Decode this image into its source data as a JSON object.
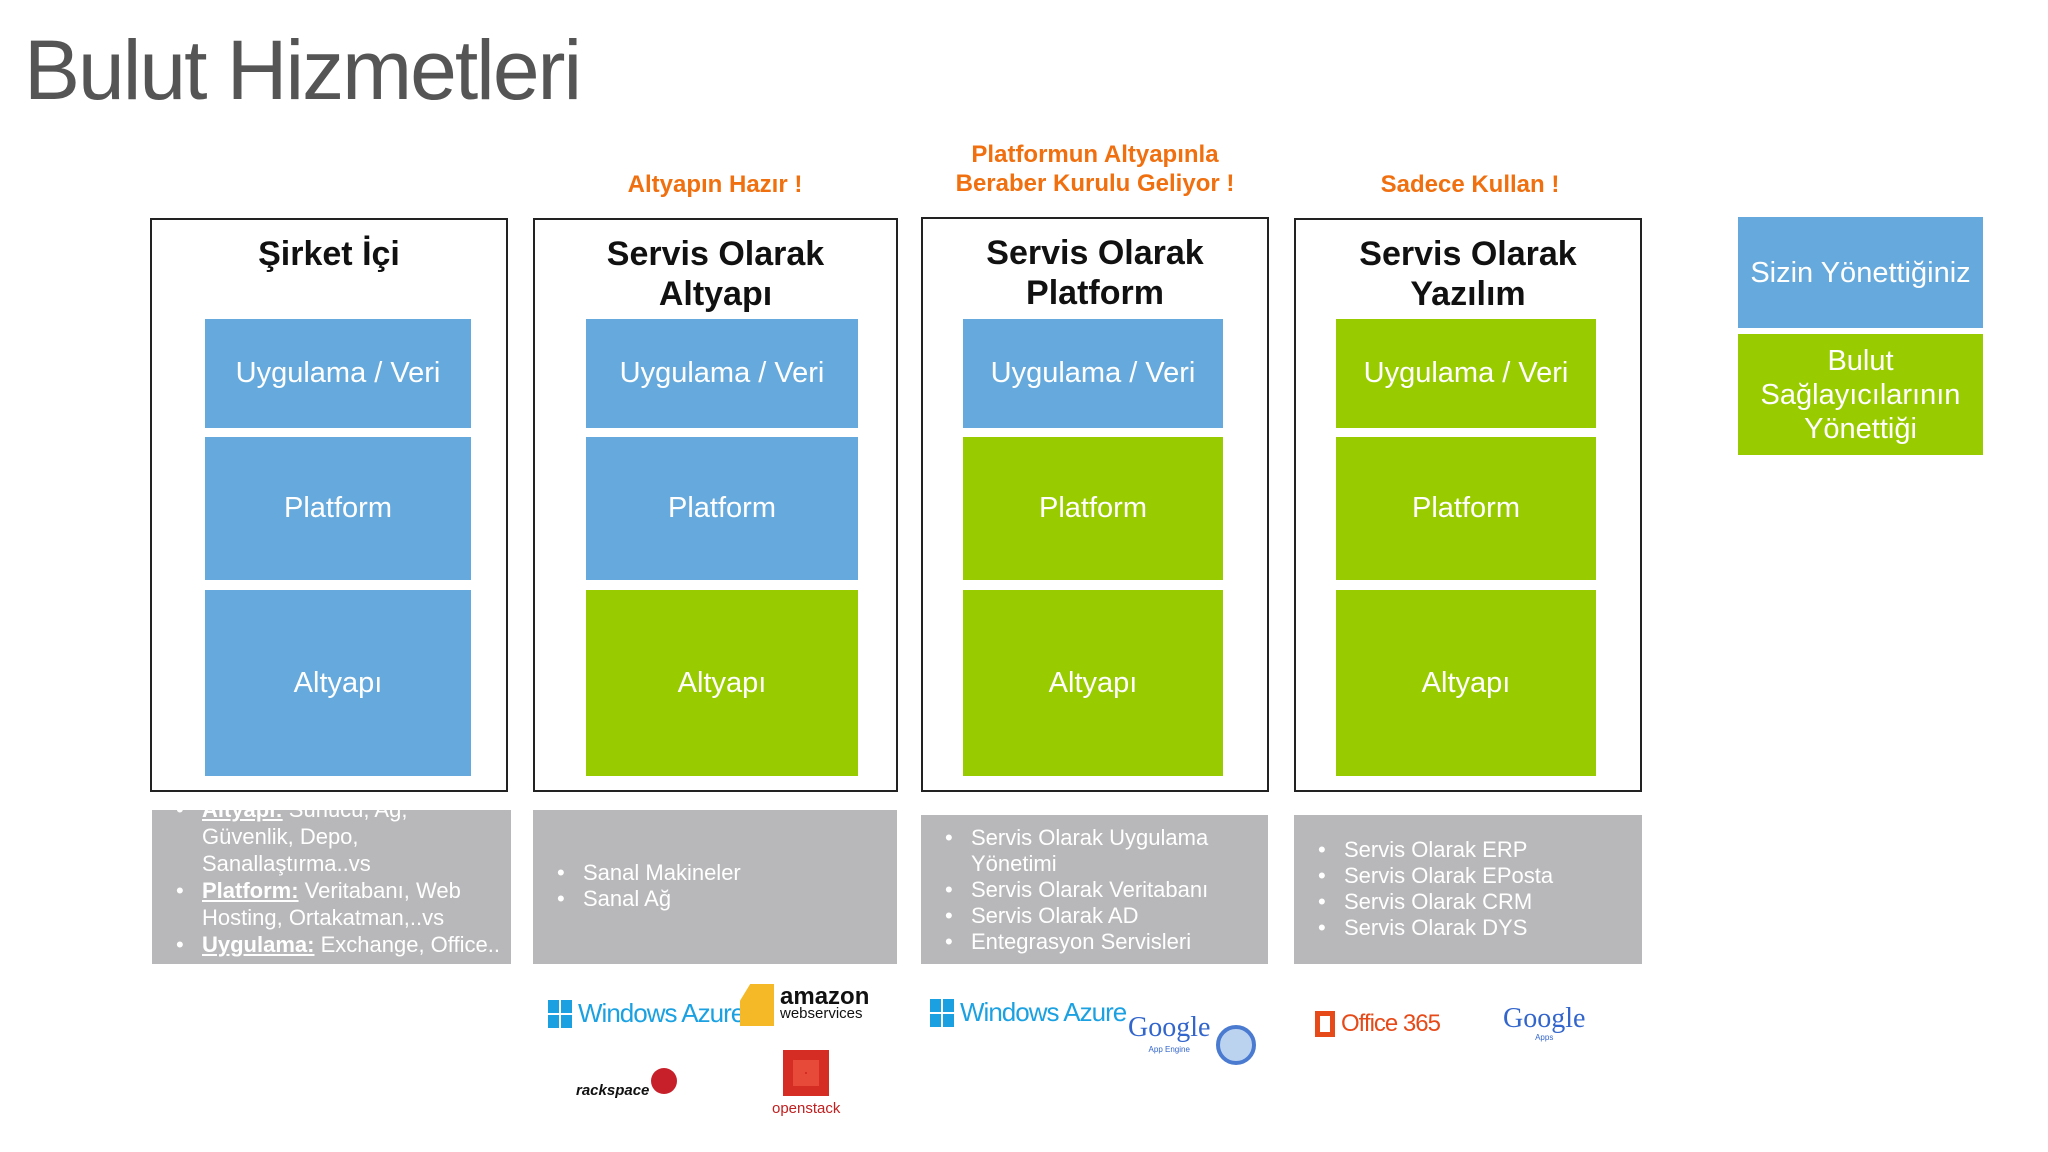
{
  "title": "Bulut Hizmetleri",
  "notes": {
    "iaas": "Altyapın Hazır !",
    "paas_1": "Platformun Altyapınla",
    "paas_2": "Beraber Kurulu Geliyor !",
    "saas": "Sadece Kullan !"
  },
  "columns": [
    {
      "title_1": "Şirket İçi",
      "title_2": "",
      "layers": [
        "Uygulama / Veri",
        "Platform",
        "Altyapı"
      ]
    },
    {
      "title_1": "Servis Olarak",
      "title_2": "Altyapı",
      "layers": [
        "Uygulama / Veri",
        "Platform",
        "Altyapı"
      ]
    },
    {
      "title_1": "Servis Olarak",
      "title_2": "Platform",
      "layers": [
        "Uygulama / Veri",
        "Platform",
        "Altyapı"
      ]
    },
    {
      "title_1": "Servis Olarak",
      "title_2": "Yazılım",
      "layers": [
        "Uygulama / Veri",
        "Platform",
        "Altyapı"
      ]
    }
  ],
  "details": {
    "onprem": [
      {
        "label": "Altyapı:",
        "text": " Sunucu, Ağ, Güvenlik, Depo, Sanallaştırma..vs"
      },
      {
        "label": "Platform:",
        "text": " Veritabanı,  Web Hosting, Ortakatman,..vs"
      },
      {
        "label": "Uygulama:",
        "text": " Exchange, Office.."
      }
    ],
    "iaas": [
      "Sanal Makineler",
      "Sanal Ağ"
    ],
    "paas": [
      "Servis Olarak Uygulama Yönetimi",
      "Servis Olarak Veritabanı",
      "Servis Olarak AD",
      "Entegrasyon Servisleri"
    ],
    "saas": [
      "Servis Olarak ERP",
      "Servis Olarak EPosta",
      "Servis Olarak CRM",
      "Servis Olarak DYS"
    ]
  },
  "legend": {
    "customer": "Sizin Yönettiğiniz",
    "provider": "Bulut Sağlayıcılarının Yönettiği"
  },
  "colors": {
    "customer": "#66aadd",
    "provider": "#99cc00",
    "accent": "#f07010",
    "detail_bg": "#b8b8ba"
  },
  "logos": {
    "azure": "Windows Azure",
    "amazon_1": "amazon",
    "amazon_2": "webservices",
    "rackspace": "rackspace",
    "openstack": "openstack",
    "google": "Google",
    "google_ae": "App Engine",
    "office": "Office 365",
    "google_apps": "Apps"
  }
}
